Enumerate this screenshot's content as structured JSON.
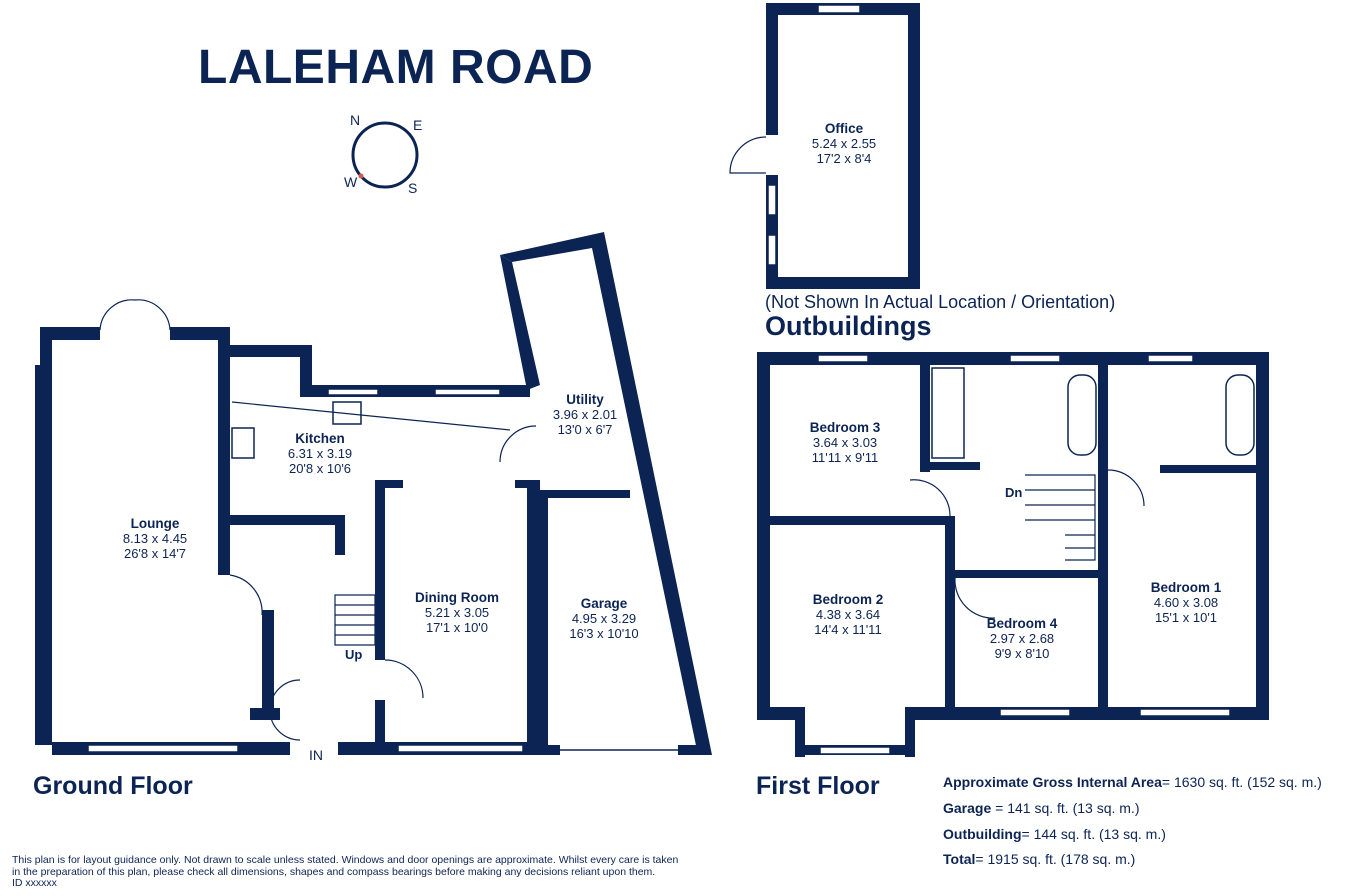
{
  "title": "LALEHAM ROAD",
  "compass": {
    "n": "N",
    "e": "E",
    "s": "S",
    "w": "W"
  },
  "rooms": {
    "office": {
      "name": "Office",
      "metric": "5.24 x 2.55",
      "imperial": "17'2 x 8'4"
    },
    "lounge": {
      "name": "Lounge",
      "metric": "8.13 x 4.45",
      "imperial": "26'8 x 14'7"
    },
    "kitchen": {
      "name": "Kitchen",
      "metric": "6.31 x 3.19",
      "imperial": "20'8 x 10'6"
    },
    "utility": {
      "name": "Utility",
      "metric": "3.96 x 2.01",
      "imperial": "13'0 x 6'7"
    },
    "dining": {
      "name": "Dining Room",
      "metric": "5.21 x 3.05",
      "imperial": "17'1 x 10'0"
    },
    "garage": {
      "name": "Garage",
      "metric": "4.95 x 3.29",
      "imperial": "16'3 x 10'10"
    },
    "bedroom3": {
      "name": "Bedroom 3",
      "metric": "3.64 x 3.03",
      "imperial": "11'11 x 9'11"
    },
    "bedroom2": {
      "name": "Bedroom 2",
      "metric": "4.38 x 3.64",
      "imperial": "14'4 x 11'11"
    },
    "bedroom4": {
      "name": "Bedroom 4",
      "metric": "2.97 x 2.68",
      "imperial": "9'9 x 8'10"
    },
    "bedroom1": {
      "name": "Bedroom 1",
      "metric": "4.60 x 3.08",
      "imperial": "15'1 x 10'1"
    }
  },
  "labels": {
    "up": "Up",
    "dn": "Dn",
    "in": "IN"
  },
  "outbuildings": {
    "note": "(Not Shown In Actual Location / Orientation)",
    "heading": "Outbuildings"
  },
  "floors": {
    "ground": "Ground Floor",
    "first": "First Floor"
  },
  "areas": [
    {
      "label": "Approximate Gross Internal Area",
      "value": "= 1630 sq. ft. (152 sq. m.)"
    },
    {
      "label": "Garage",
      "value": " = 141 sq. ft. (13 sq. m.)"
    },
    {
      "label": "Outbuilding",
      "value": "= 144 sq. ft. (13 sq. m.)"
    },
    {
      "label": "Total",
      "value": "=  1915 sq. ft. (178 sq. m.)"
    }
  ],
  "disclaimer": {
    "line1": "This plan is for layout guidance only. Not drawn to scale unless stated. Windows and door openings are approximate. Whilst every care is taken",
    "line2": "in the preparation of this plan, please check all dimensions, shapes and compass bearings before making any decisions reliant upon them.",
    "line3": "ID xxxxxx"
  },
  "colors": {
    "ink": "#0c2454",
    "compass_dot": "#d9534f"
  }
}
